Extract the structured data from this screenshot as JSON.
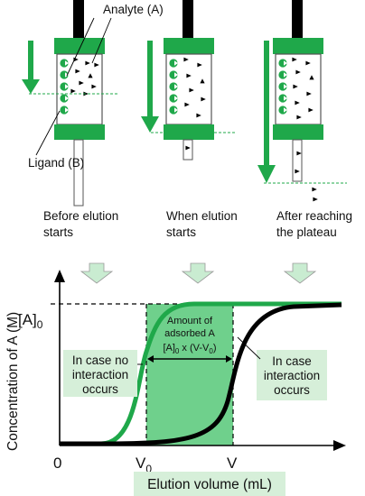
{
  "columns": {
    "analyte_label": "Analyte (A)",
    "ligand_label": "Ligand (B)",
    "stages": [
      {
        "line1": "Before elution",
        "line2": "starts"
      },
      {
        "line1": "When elution",
        "line2": "starts"
      },
      {
        "line1": "After reaching",
        "line2": "the plateau"
      }
    ]
  },
  "chart": {
    "ylabel": "Concentration of A (M)",
    "xlabel": "Elution volume (mL)",
    "y_tick": "[A]",
    "y_tick_sub": "0",
    "x_origin": "0",
    "x_tick_v0": "V",
    "x_tick_v0_sub": "0",
    "x_tick_v": "V",
    "box_left": {
      "line1": "In case no",
      "line2": "interaction",
      "line3": "occurs"
    },
    "box_right": {
      "line1": "In case",
      "line2": "interaction",
      "line3": "occurs"
    },
    "amount": {
      "line1": "Amount of",
      "line2": "adsorbed A",
      "line3_a": "[A]",
      "line3_sub0": "0",
      "line3_b": " x (V-V",
      "line3_sub1": "0",
      "line3_c": ")"
    }
  },
  "colors": {
    "green": "#1fa84a",
    "light_green": "#d6efd9",
    "fill_green": "#6fd08c",
    "arrow_fill": "#c9ecd1",
    "black": "#000000"
  }
}
